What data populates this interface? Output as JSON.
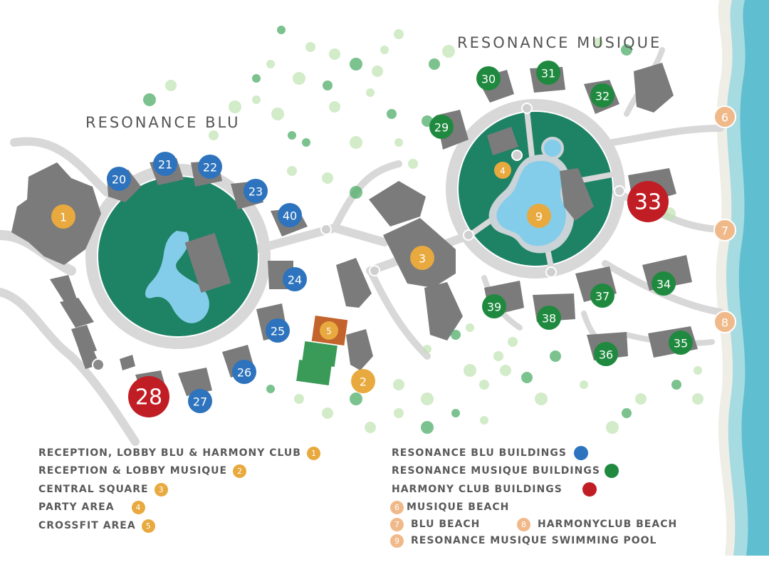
{
  "titles": {
    "blu": "RESONANCE BLU",
    "musique": "RESONANCE MUSIQUE"
  },
  "colors": {
    "blu": "#2e73bd",
    "musique": "#1f8a3f",
    "harmony": "#c11d25",
    "amenity": "#e8a93e",
    "beach": "#f0b98a",
    "lawn": "#1e8265",
    "pool": "#84cdea",
    "building": "#7b7b7b",
    "path": "#d7d7d7",
    "sea": "#66c2d3"
  },
  "markers": {
    "blu": [
      "20",
      "21",
      "22",
      "23",
      "40",
      "24",
      "25",
      "26",
      "27"
    ],
    "musique": [
      "29",
      "30",
      "31",
      "32",
      "34",
      "35",
      "36",
      "37",
      "38",
      "39"
    ],
    "harmony": [
      "28",
      "33"
    ],
    "amenity": [
      "1",
      "2",
      "3",
      "4",
      "5",
      "9"
    ],
    "beach": [
      "6",
      "7",
      "8"
    ]
  },
  "legend": {
    "left": [
      {
        "label": "RECEPTION, LOBBY BLU & HARMONY CLUB",
        "num": "1"
      },
      {
        "label": "RECEPTION & LOBBY MUSIQUE",
        "num": "2"
      },
      {
        "label": "CENTRAL SQUARE",
        "num": "3"
      },
      {
        "label": "PARTY AREA",
        "num": "4"
      },
      {
        "label": "CROSSFIT AREA",
        "num": "5"
      }
    ],
    "right": [
      {
        "label": "RESONANCE BLU BUILDINGS"
      },
      {
        "label": "RESONANCE MUSIQUE BUILDINGS"
      },
      {
        "label": "HARMONY CLUB BUILDINGS"
      },
      {
        "label": "MUSIQUE BEACH",
        "num": "6"
      },
      {
        "label": "BLU BEACH",
        "num": "7"
      },
      {
        "label": "HARMONYCLUB BEACH",
        "num": "8"
      },
      {
        "label": "RESONANCE MUSIQUE SWIMMING POOL",
        "num": "9"
      }
    ]
  }
}
